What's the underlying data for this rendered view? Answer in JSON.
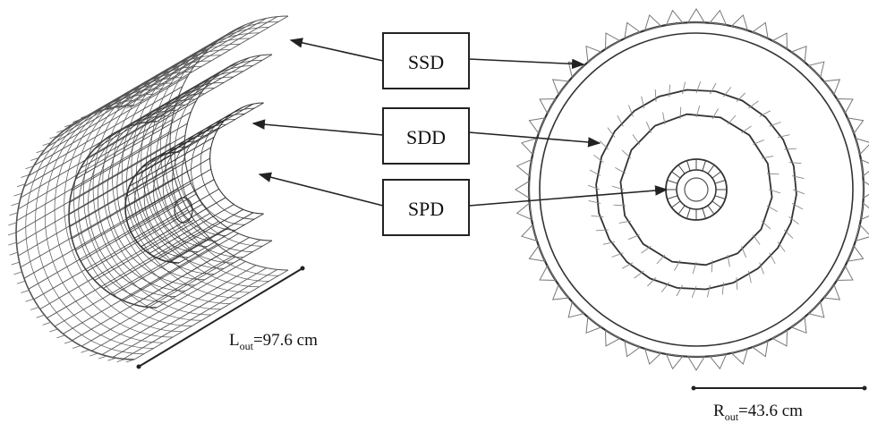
{
  "labels": {
    "ssd": "SSD",
    "sdd": "SDD",
    "spd": "SPD"
  },
  "dimensions": {
    "length": {
      "symbol": "L",
      "subscript": "out",
      "value": "=97.6 cm"
    },
    "radius": {
      "symbol": "R",
      "subscript": "out",
      "value": "=43.6 cm"
    }
  }
}
